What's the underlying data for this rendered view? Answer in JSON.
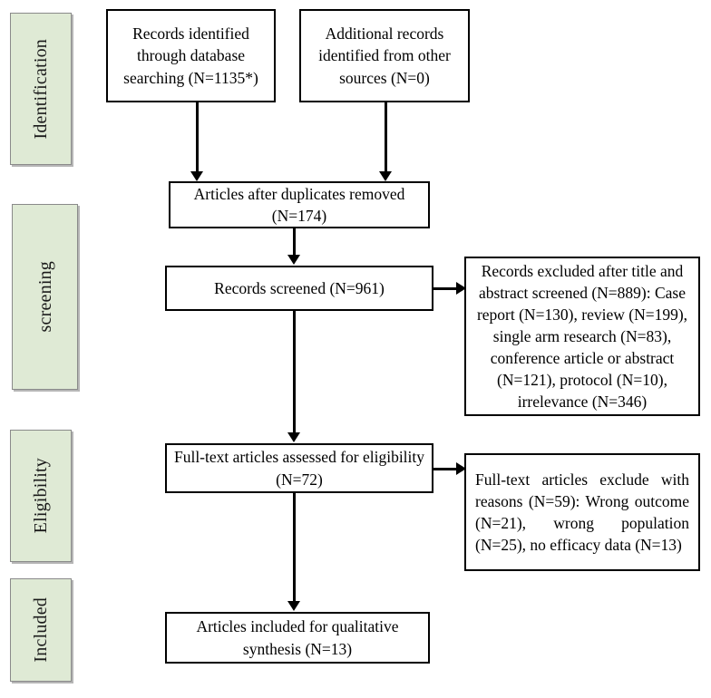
{
  "diagram": {
    "type": "prisma-flow-diagram",
    "title": "PRISMA study selection flow diagram",
    "colors": {
      "phase_fill": "#dfead5",
      "phase_border": "#8a8a8a",
      "node_border": "#000000",
      "node_fill": "#ffffff",
      "connector": "#000000",
      "text": "#000000"
    }
  },
  "phases": [
    {
      "id": "identification",
      "label": "Identification"
    },
    {
      "id": "screening",
      "label": "screening"
    },
    {
      "id": "eligibility",
      "label": "Eligibility"
    },
    {
      "id": "included",
      "label": "Included"
    }
  ],
  "nodes": {
    "database_records": {
      "text": "Records identified through database searching (N=1135*)",
      "count": 1135,
      "count_label": "N=1135*"
    },
    "other_records": {
      "text": "Additional records identified from other sources (N=0)",
      "count": 0,
      "count_label": "N=0"
    },
    "duplicates_removed": {
      "text": "Articles after duplicates removed (N=174)",
      "count": 174,
      "count_label": "N=174"
    },
    "records_screened": {
      "text": "Records screened (N=961)",
      "count": 961,
      "count_label": "N=961"
    },
    "records_excluded": {
      "text": "Records excluded after title and abstract screened (N=889): Case report (N=130), review (N=199), single arm research (N=83), conference article or abstract (N=121), protocol (N=10), irrelevance (N=346)",
      "count": 889,
      "count_label": "N=889",
      "reasons": [
        {
          "label": "Case report",
          "count": 130
        },
        {
          "label": "review",
          "count": 199
        },
        {
          "label": "single arm research",
          "count": 83
        },
        {
          "label": "conference article or abstract",
          "count": 121
        },
        {
          "label": "protocol",
          "count": 10
        },
        {
          "label": "irrelevance",
          "count": 346
        }
      ]
    },
    "fulltext_assessed": {
      "text": "Full-text articles assessed for eligibility (N=72)",
      "count": 72,
      "count_label": "N=72"
    },
    "fulltext_excluded": {
      "text": "Full-text articles exclude with reasons (N=59): Wrong outcome (N=21), wrong population (N=25), no efficacy data (N=13)",
      "count": 59,
      "count_label": "N=59",
      "reasons": [
        {
          "label": "Wrong outcome",
          "count": 21
        },
        {
          "label": "wrong population",
          "count": 25
        },
        {
          "label": "no efficacy data",
          "count": 13
        }
      ]
    },
    "included_qualitative": {
      "text": "Articles included for qualitative synthesis (N=13)",
      "count": 13,
      "count_label": "N=13"
    }
  }
}
